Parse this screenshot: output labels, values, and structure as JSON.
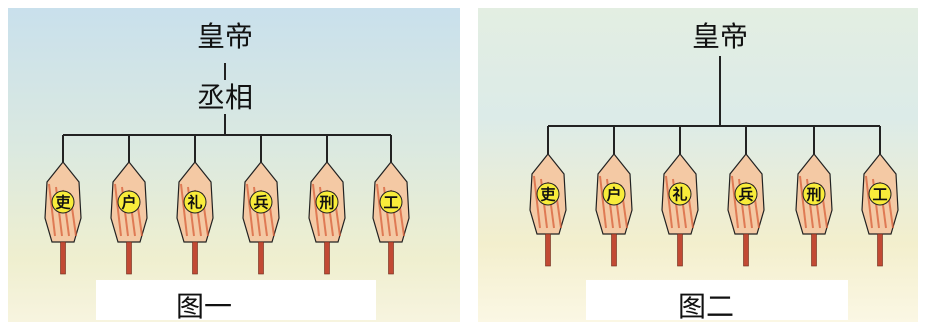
{
  "figure1": {
    "top": "皇帝",
    "middle": "丞相",
    "ministries": [
      "吏",
      "户",
      "礼",
      "兵",
      "刑",
      "工"
    ],
    "caption": "图一"
  },
  "figure2": {
    "top": "皇帝",
    "ministries": [
      "吏",
      "户",
      "礼",
      "兵",
      "刑",
      "工"
    ],
    "caption": "图二"
  },
  "colors": {
    "lantern_fill": "#f4c9a4",
    "lantern_stripe": "#d9603a",
    "label_disc": "#f8ec3a",
    "handle": "#c24a34"
  },
  "icons": [
    "lantern-icon"
  ]
}
